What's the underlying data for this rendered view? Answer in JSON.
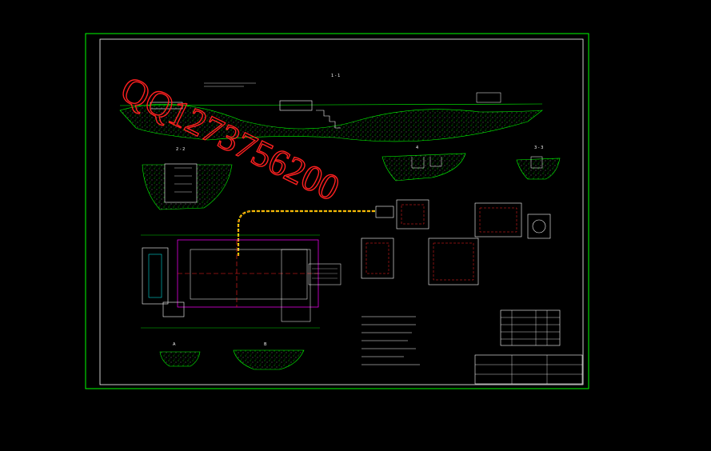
{
  "drawing": {
    "section_top_label": "1 - 1",
    "section_left_label": "2 - 2",
    "section_mid_label": "4",
    "section_right_label": "3 - 3",
    "detail_left_label": "A",
    "detail_right_label": "B"
  },
  "watermark": {
    "text": "QQ1273756200"
  },
  "colors": {
    "background": "#000000",
    "frame": "#00ff00",
    "lines": "#00ff00",
    "hatch": "#00ff00",
    "red": "#ff2020",
    "magenta": "#ff00ff",
    "cyan": "#00ffff",
    "yellow": "#ffff00",
    "white": "#ffffff"
  }
}
